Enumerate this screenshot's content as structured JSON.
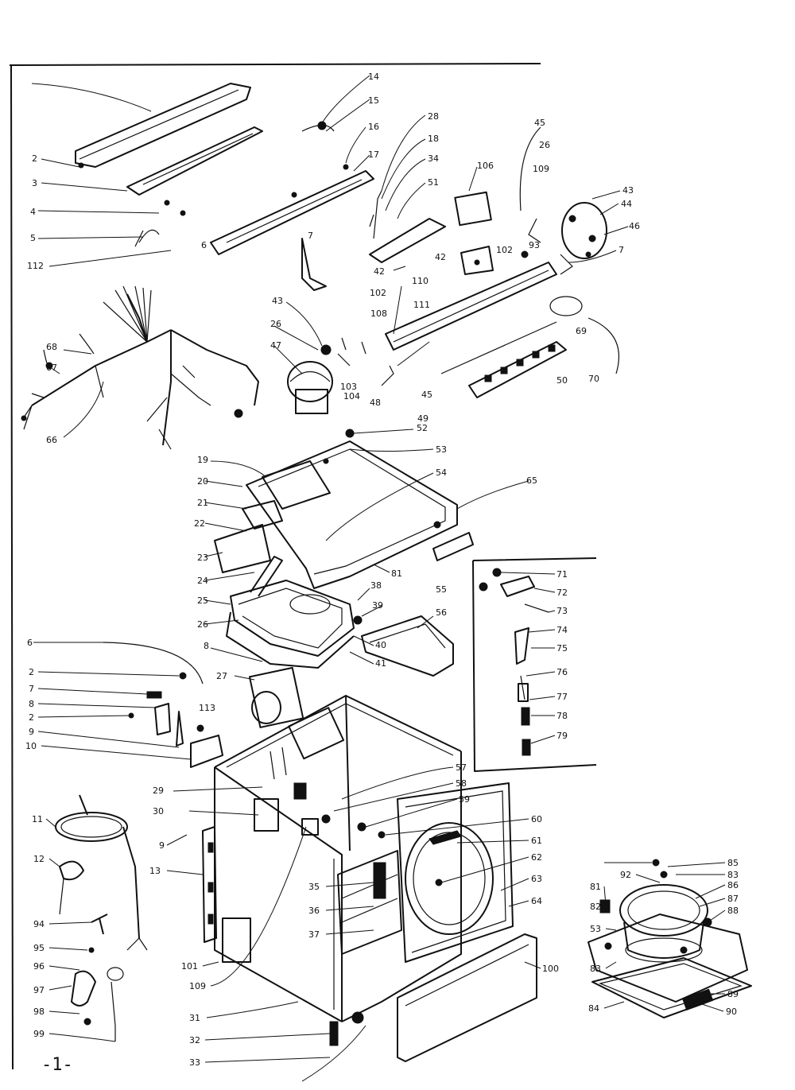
{
  "page_number": "-1-",
  "callouts": [
    {
      "id": "c1",
      "text": ""
    },
    {
      "id": "c14",
      "text": "14"
    },
    {
      "id": "c15",
      "text": "15"
    },
    {
      "id": "c16",
      "text": "16"
    },
    {
      "id": "c17",
      "text": "17"
    },
    {
      "id": "c28",
      "text": "28"
    },
    {
      "id": "c18b",
      "text": "18"
    },
    {
      "id": "c34",
      "text": "34"
    },
    {
      "id": "c51",
      "text": "51"
    },
    {
      "id": "c106",
      "text": "106"
    },
    {
      "id": "c45",
      "text": "45"
    },
    {
      "id": "c26a",
      "text": "26"
    },
    {
      "id": "c109a",
      "text": "109"
    },
    {
      "id": "c43a",
      "text": "43"
    },
    {
      "id": "c44",
      "text": "44"
    },
    {
      "id": "c46",
      "text": "46"
    },
    {
      "id": "c7a",
      "text": "7"
    },
    {
      "id": "c2a",
      "text": "2"
    },
    {
      "id": "c3",
      "text": "3"
    },
    {
      "id": "c4",
      "text": "4"
    },
    {
      "id": "c5",
      "text": "5"
    },
    {
      "id": "c112",
      "text": "112"
    },
    {
      "id": "c6a",
      "text": "6"
    },
    {
      "id": "c7b",
      "text": "7"
    },
    {
      "id": "c102a",
      "text": "102"
    },
    {
      "id": "c93",
      "text": "93"
    },
    {
      "id": "c42a",
      "text": "42"
    },
    {
      "id": "c110",
      "text": "110"
    },
    {
      "id": "c42b",
      "text": "42"
    },
    {
      "id": "c102b",
      "text": "102"
    },
    {
      "id": "c111",
      "text": "111"
    },
    {
      "id": "c43b",
      "text": "43"
    },
    {
      "id": "c26b",
      "text": "26"
    },
    {
      "id": "c47",
      "text": "47"
    },
    {
      "id": "c108",
      "text": "108"
    },
    {
      "id": "c103",
      "text": "103"
    },
    {
      "id": "c104",
      "text": "104"
    },
    {
      "id": "c48",
      "text": "48"
    },
    {
      "id": "c45b",
      "text": "45"
    },
    {
      "id": "c49",
      "text": "49"
    },
    {
      "id": "c50",
      "text": "50"
    },
    {
      "id": "c70",
      "text": "70"
    },
    {
      "id": "c69",
      "text": "69"
    },
    {
      "id": "c68",
      "text": "68"
    },
    {
      "id": "c67",
      "text": "67"
    },
    {
      "id": "c66",
      "text": "66"
    },
    {
      "id": "c52",
      "text": "52"
    },
    {
      "id": "c19",
      "text": "19"
    },
    {
      "id": "c53",
      "text": "53"
    },
    {
      "id": "c54",
      "text": "54"
    },
    {
      "id": "c65a",
      "text": "65"
    },
    {
      "id": "c20",
      "text": "20"
    },
    {
      "id": "c21",
      "text": "21"
    },
    {
      "id": "c22",
      "text": "22"
    },
    {
      "id": "c23",
      "text": "23"
    },
    {
      "id": "c81",
      "text": "81"
    },
    {
      "id": "c55",
      "text": "55"
    },
    {
      "id": "c24",
      "text": "24"
    },
    {
      "id": "c25",
      "text": "25"
    },
    {
      "id": "c26c",
      "text": "26"
    },
    {
      "id": "c38",
      "text": "38"
    },
    {
      "id": "c39",
      "text": "39"
    },
    {
      "id": "c56",
      "text": "56"
    },
    {
      "id": "c40",
      "text": "40"
    },
    {
      "id": "c41",
      "text": "41"
    },
    {
      "id": "c8a",
      "text": "8"
    },
    {
      "id": "c27",
      "text": "27"
    },
    {
      "id": "c6b",
      "text": "6"
    },
    {
      "id": "c2b",
      "text": "2"
    },
    {
      "id": "c7c",
      "text": "7"
    },
    {
      "id": "c8b",
      "text": "8"
    },
    {
      "id": "c2c",
      "text": "2"
    },
    {
      "id": "c9a",
      "text": "9"
    },
    {
      "id": "c10",
      "text": "10"
    },
    {
      "id": "c113",
      "text": "113"
    },
    {
      "id": "c71",
      "text": "71"
    },
    {
      "id": "c72",
      "text": "72"
    },
    {
      "id": "c73",
      "text": "73"
    },
    {
      "id": "c74",
      "text": "74"
    },
    {
      "id": "c75",
      "text": "75"
    },
    {
      "id": "c76",
      "text": "76"
    },
    {
      "id": "c77",
      "text": "77"
    },
    {
      "id": "c78",
      "text": "78"
    },
    {
      "id": "c79",
      "text": "79"
    },
    {
      "id": "c57",
      "text": "57"
    },
    {
      "id": "c58",
      "text": "58"
    },
    {
      "id": "c59",
      "text": "59"
    },
    {
      "id": "c60",
      "text": "60"
    },
    {
      "id": "c61",
      "text": "61"
    },
    {
      "id": "c62",
      "text": "62"
    },
    {
      "id": "c63",
      "text": "63"
    },
    {
      "id": "c64",
      "text": "64"
    },
    {
      "id": "c29",
      "text": "29"
    },
    {
      "id": "c30",
      "text": "30"
    },
    {
      "id": "c11",
      "text": "11"
    },
    {
      "id": "c9b",
      "text": "9"
    },
    {
      "id": "c12",
      "text": "12"
    },
    {
      "id": "c13",
      "text": "13"
    },
    {
      "id": "c35",
      "text": "35"
    },
    {
      "id": "c36",
      "text": "36"
    },
    {
      "id": "c37",
      "text": "37"
    },
    {
      "id": "c94",
      "text": "94"
    },
    {
      "id": "c95",
      "text": "95"
    },
    {
      "id": "c96",
      "text": "96"
    },
    {
      "id": "c97",
      "text": "97"
    },
    {
      "id": "c98",
      "text": "98"
    },
    {
      "id": "c99",
      "text": "99"
    },
    {
      "id": "c101",
      "text": "101"
    },
    {
      "id": "c109b",
      "text": "109"
    },
    {
      "id": "c31",
      "text": "31"
    },
    {
      "id": "c32",
      "text": "32"
    },
    {
      "id": "c33",
      "text": "33"
    },
    {
      "id": "c100",
      "text": "100"
    },
    {
      "id": "c85",
      "text": "85"
    },
    {
      "id": "c83a",
      "text": "83"
    },
    {
      "id": "c86",
      "text": "86"
    },
    {
      "id": "c87",
      "text": "87"
    },
    {
      "id": "c88",
      "text": "88"
    },
    {
      "id": "c81b",
      "text": "81"
    },
    {
      "id": "c82",
      "text": "82"
    },
    {
      "id": "c92",
      "text": "92"
    },
    {
      "id": "c53b",
      "text": "53"
    },
    {
      "id": "c83b",
      "text": "83"
    },
    {
      "id": "c84",
      "text": "84"
    },
    {
      "id": "c89",
      "text": "89"
    },
    {
      "id": "c90",
      "text": "90"
    }
  ]
}
